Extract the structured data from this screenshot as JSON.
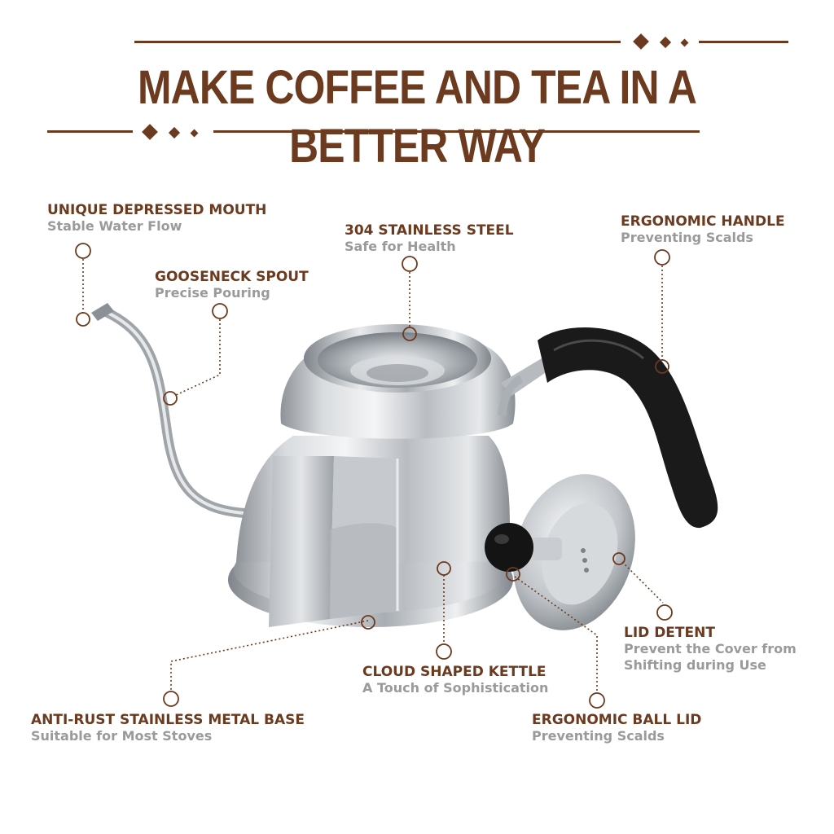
{
  "header": {
    "title": "MAKE COFFEE AND TEA IN A BETTER WAY"
  },
  "colors": {
    "brand_brown": "#6b3a1f",
    "caption_gray": "#9a9a9a",
    "steel": "#c9cdd2",
    "handle_black": "#1a1a1a"
  },
  "callouts": [
    {
      "head": "UNIQUE DEPRESSED MOUTH",
      "sub": "Stable Water Flow"
    },
    {
      "head": "GOOSENECK SPOUT",
      "sub": "Precise Pouring"
    },
    {
      "head": "304 STAINLESS STEEL",
      "sub": "Safe for Health"
    },
    {
      "head": "ERGONOMIC HANDLE",
      "sub": "Preventing Scalds"
    },
    {
      "head": "LID DETENT",
      "sub": "Prevent the Cover from",
      "sub2": "Shifting during Use"
    },
    {
      "head": "CLOUD SHAPED KETTLE",
      "sub": "A Touch of Sophistication"
    },
    {
      "head": "ANTI-RUST STAINLESS METAL BASE",
      "sub": "Suitable for Most Stoves"
    },
    {
      "head": "ERGONOMIC BALL LID",
      "sub": "Preventing Scalds"
    }
  ],
  "product": {
    "icon": "gooseneck-kettle-illustration"
  }
}
